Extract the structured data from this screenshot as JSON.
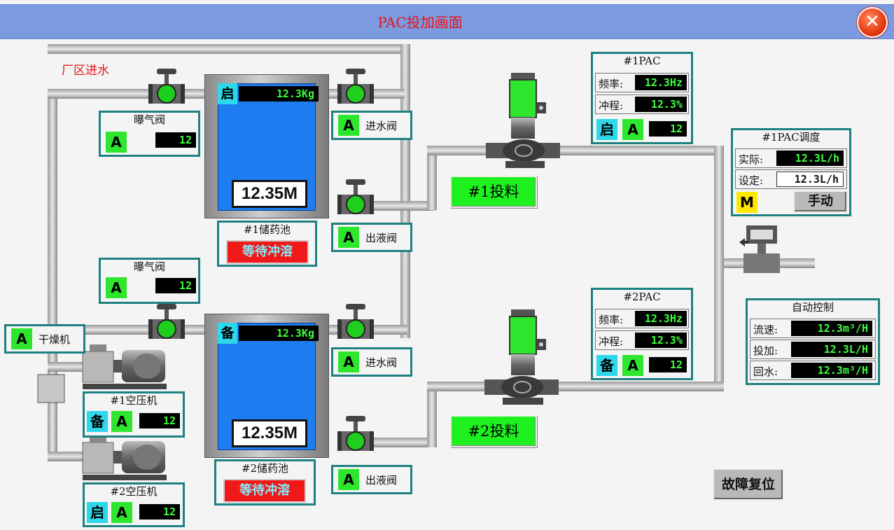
{
  "window": {
    "title": "PAC投加画面"
  },
  "inlet_label": "厂区进水",
  "aeration_valve_1": {
    "title": "曝气阀",
    "mode": "A",
    "value": "12"
  },
  "aeration_valve_2": {
    "title": "曝气阀",
    "mode": "A",
    "value": "12"
  },
  "inlet_valve_1": {
    "mode": "A",
    "label": "进水阀"
  },
  "outlet_valve_1": {
    "mode": "A",
    "label": "出液阀"
  },
  "inlet_valve_2": {
    "mode": "A",
    "label": "进水阀"
  },
  "outlet_valve_2": {
    "mode": "A",
    "label": "出液阀"
  },
  "tank_1": {
    "state": "启",
    "weight": "12.3Kg",
    "level": "12.35M",
    "name": "#1储药池",
    "status": "等待冲溶"
  },
  "tank_2": {
    "state": "备",
    "weight": "12.3Kg",
    "level": "12.35M",
    "name": "#2储药池",
    "status": "等待冲溶"
  },
  "dryer": {
    "mode": "A",
    "label": "干燥机"
  },
  "compressor_1": {
    "title": "#1空压机",
    "state": "备",
    "mode": "A",
    "value": "12"
  },
  "compressor_2": {
    "title": "#2空压机",
    "state": "启",
    "mode": "A",
    "value": "12"
  },
  "feed_button_1": "#1投料",
  "feed_button_2": "#2投料",
  "pac_1": {
    "title": "#1PAC",
    "freq_label": "频率:",
    "freq": "12.3Hz",
    "stroke_label": "冲程:",
    "stroke": "12.3%",
    "state": "启",
    "mode": "A",
    "value": "12"
  },
  "pac_2": {
    "title": "#2PAC",
    "freq_label": "频率:",
    "freq": "12.3Hz",
    "stroke_label": "冲程:",
    "stroke": "12.3%",
    "state": "备",
    "mode": "A",
    "value": "12"
  },
  "pac_1_dispatch": {
    "title": "#1PAC调度",
    "actual_label": "实际:",
    "actual": "12.3L/h",
    "setpoint_label": "设定:",
    "setpoint": "12.3L/h",
    "mode": "M",
    "manual_label": "手动"
  },
  "auto_control": {
    "title": "自动控制",
    "flow_label": "流速:",
    "flow": "12.3m³/H",
    "dose_label": "投加:",
    "dose": "12.3L/H",
    "return_label": "回水:",
    "return": "12.3m³/H"
  },
  "fault_reset_label": "故障复位",
  "colors": {
    "titlebar": "#7b9ae0",
    "title_text": "#e8141a",
    "run_lamp": "#2ee62e",
    "standby_lamp": "#2dd8ea",
    "tank_water": "#1e7df0",
    "alarm": "#f01818"
  }
}
